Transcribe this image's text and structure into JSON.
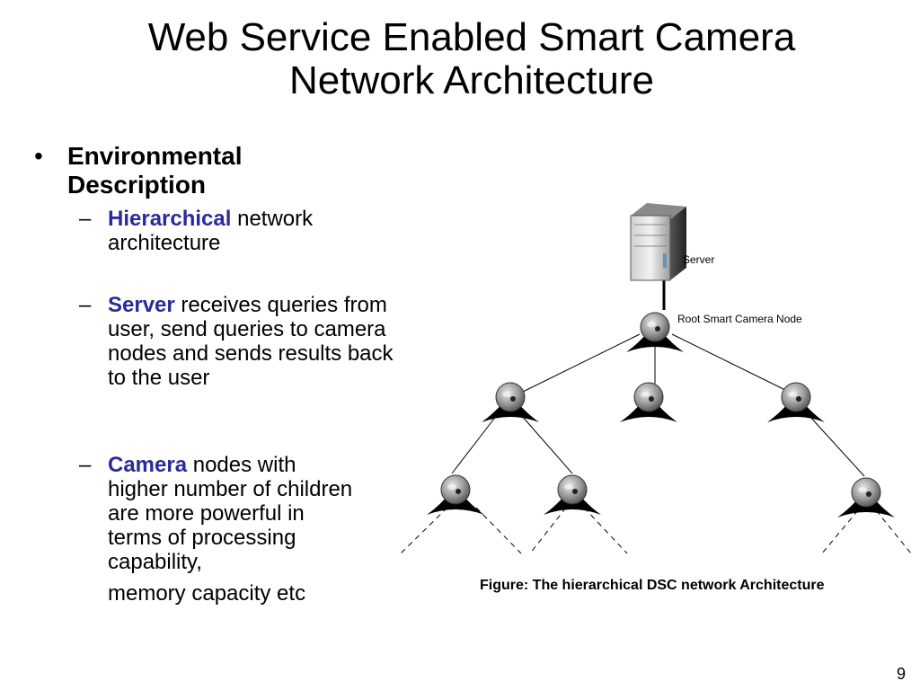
{
  "slide": {
    "title_line1": "Web Service Enabled Smart Camera",
    "title_line2": "Network Architecture",
    "page_number": "9"
  },
  "bullet": {
    "marker": "•",
    "text_line1": "Environmental",
    "text_line2": "Description"
  },
  "sub_bullets": [
    {
      "marker": "–",
      "highlight": "Hierarchical",
      "rest": "network architecture"
    },
    {
      "marker": "–",
      "highlight": "Server",
      "rest": "receives queries from user, send queries to camera nodes and sends results back to the user"
    },
    {
      "marker": "–",
      "highlight": "Camera",
      "rest": "nodes with higher number of children are more powerful in terms of processing capability,",
      "rest_line2": "memory capacity etc"
    }
  ],
  "diagram": {
    "server_label": "Server",
    "root_label": "Root Smart Camera Node",
    "caption": "Figure: The hierarchical DSC network Architecture"
  },
  "colors": {
    "highlight": "#2a2a9a",
    "camera_body": "#000000",
    "camera_lens": "#9a9a9a"
  },
  "icons": {
    "server": "server-tower-icon",
    "camera": "smart-camera-node-icon"
  }
}
